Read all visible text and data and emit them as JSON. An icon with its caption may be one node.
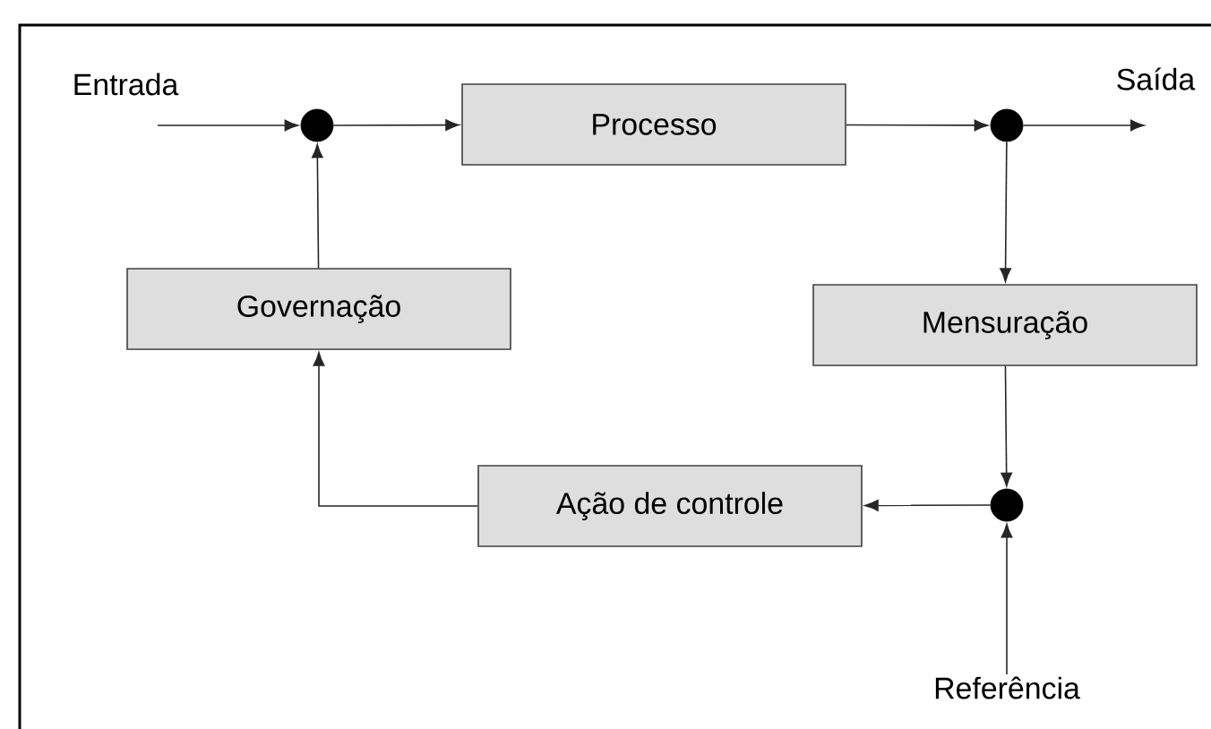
{
  "diagram": {
    "nodes": [
      {
        "text": [],
        "shape": "circle"
      },
      {
        "text": [
          "Processo"
        ]
      },
      {
        "text": [],
        "shape": "circle"
      },
      {
        "text": [
          "Governação"
        ]
      },
      {
        "text": [
          "Mensuração"
        ]
      },
      {
        "text": [
          "Ação de controle"
        ]
      },
      {
        "text": [],
        "shape": "circle"
      },
      {
        "text": [
          "Referência"
        ]
      }
    ],
    "edges": [
      {
        "from": null,
        "to": 0,
        "arrow": "to"
      },
      {
        "from": 0,
        "to": 1,
        "arrow": "to"
      },
      {
        "from": 1,
        "to": 2,
        "arrow": "to"
      },
      {
        "from": 2,
        "to": null,
        "arrow": "to"
      },
      {
        "from": 3,
        "to": 0,
        "arrow": "to"
      },
      {
        "from": 2,
        "to": 4,
        "arrow": "to"
      },
      {
        "from": 4,
        "to": 6,
        "arrow": "to"
      },
      {
        "from": 6,
        "to": 5,
        "arrow": "to"
      },
      {
        "from": 5,
        "to": 3,
        "arrow": "to"
      },
      {
        "from": 7,
        "to": 6,
        "arrow": "to"
      }
    ],
    "labels": [
      "Entrada",
      "Saída"
    ]
  }
}
